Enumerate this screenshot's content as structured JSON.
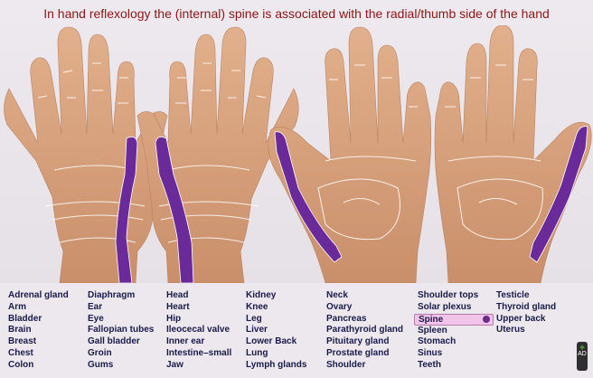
{
  "title": "In hand reflexology the (internal) spine is associated with the radial/thumb side of the hand",
  "colors": {
    "title": "#8a1616",
    "highlight_zone": "#7a3aa8",
    "skin": "#d9a57f",
    "legend_text": "#1a1a4a",
    "active_item_bg": "#f3c4ea"
  },
  "legend": {
    "columns": [
      [
        "Adrenal gland",
        "Arm",
        "Bladder",
        "Brain",
        "Breast",
        "Chest",
        "Colon"
      ],
      [
        "Diaphragm",
        "Ear",
        "Eye",
        "Fallopian tubes",
        "Gall bladder",
        "Groin",
        "Gums"
      ],
      [
        "Head",
        "Heart",
        "Hip",
        "Ileocecal valve",
        "Inner ear",
        "Intestine–small",
        "Jaw"
      ],
      [
        "Kidney",
        "Knee",
        "Leg",
        "Liver",
        "Lower Back",
        "Lung",
        "Lymph glands"
      ],
      [
        "Neck",
        "Ovary",
        "Pancreas",
        "Parathyroid gland",
        "Pituitary gland",
        "Prostate gland",
        "Shoulder"
      ],
      [
        "Shoulder tops",
        "Solar plexus",
        "Spine",
        "Spleen",
        "Stomach",
        "Sinus",
        "Teeth"
      ],
      [
        "Testicle",
        "Thyroid gland",
        "Upper back",
        "Uterus"
      ]
    ],
    "selected": "Spine"
  },
  "badge": {
    "plus": "+",
    "text": "AD"
  }
}
